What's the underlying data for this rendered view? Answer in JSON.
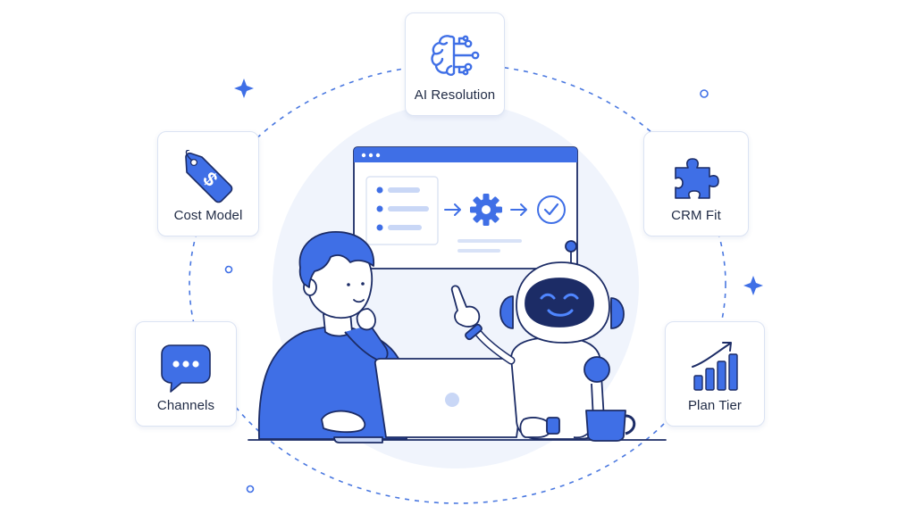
{
  "colors": {
    "accent": "#3f6fe6",
    "accent_light": "#e8eefc",
    "text": "#1f2a44",
    "outline": "#1c2c66"
  },
  "features": {
    "ai_resolution": {
      "label": "AI Resolution",
      "icon": "brain-circuit-icon"
    },
    "cost_model": {
      "label": "Cost Model",
      "icon": "price-tag-dollar-icon"
    },
    "crm_fit": {
      "label": "CRM Fit",
      "icon": "puzzle-piece-icon"
    },
    "channels": {
      "label": "Channels",
      "icon": "chat-bubble-icon"
    },
    "plan_tier": {
      "label": "Plan Tier",
      "icon": "growth-bar-chart-icon"
    }
  },
  "illustration": {
    "browser_window": {
      "flow": [
        "list-icon",
        "arrow-icon",
        "gear-icon",
        "arrow-icon",
        "check-circle-icon"
      ]
    },
    "characters": [
      "person-with-laptop",
      "helper-robot"
    ],
    "props": [
      "laptop",
      "coffee-mug"
    ]
  }
}
